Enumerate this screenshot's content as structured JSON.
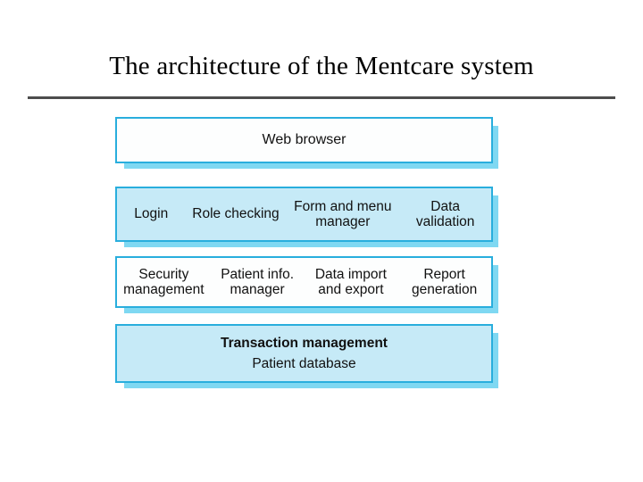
{
  "slide": {
    "title": "The architecture of the Mentcare system",
    "accent_color": "#29aedd",
    "shadow_color": "#7fd8f2",
    "fill_blue": "#c6eaf7",
    "fill_white": "#fdfefe",
    "rule_color": "#4d4d4d"
  },
  "diagram": {
    "name": "mentcare-layered-architecture",
    "layers": [
      {
        "id": "web-browser",
        "fill": "white",
        "cells": [
          {
            "lines": [
              "Web browser"
            ]
          }
        ]
      },
      {
        "id": "ui-services",
        "fill": "blue",
        "cells": [
          {
            "lines": [
              "Login"
            ]
          },
          {
            "lines": [
              "Role checking"
            ]
          },
          {
            "lines": [
              "Form and menu",
              "manager"
            ]
          },
          {
            "lines": [
              "Data",
              "validation"
            ]
          }
        ]
      },
      {
        "id": "application-services",
        "fill": "white",
        "cells": [
          {
            "lines": [
              "Security",
              "management"
            ]
          },
          {
            "lines": [
              "Patient info.",
              "manager"
            ]
          },
          {
            "lines": [
              "Data import",
              "and export"
            ]
          },
          {
            "lines": [
              "Report",
              "generation"
            ]
          }
        ]
      },
      {
        "id": "data-layer",
        "fill": "blue",
        "cells": [
          {
            "lines": [
              "Transaction management"
            ],
            "bold": true
          },
          {
            "lines": [
              "Patient database"
            ]
          }
        ]
      }
    ]
  }
}
